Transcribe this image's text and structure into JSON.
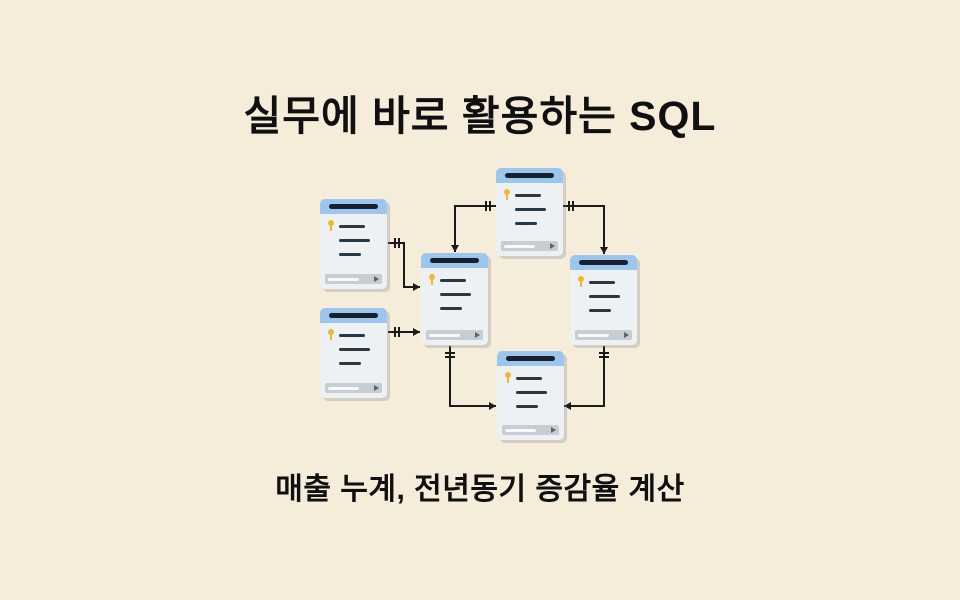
{
  "page": {
    "title": "실무에 바로 활용하는 SQL",
    "subtitle": "매출 누계, 전년동기 증감율 계산"
  },
  "diagram": {
    "kind": "entity-relationship-diagram",
    "table_count": 6
  },
  "colors": {
    "background": "#f6ecda",
    "title_text": "#101010",
    "header_blue": "#9cc6ed",
    "title_bar_dark": "#16222e",
    "table_body": "#edf1f4",
    "field_line": "#2b3945",
    "key_yellow": "#f2b632",
    "footer_gray": "#c7cdd3",
    "footer_line": "#f7f9fa",
    "play_gray": "#5a6570",
    "connector": "#1a1a1a"
  }
}
